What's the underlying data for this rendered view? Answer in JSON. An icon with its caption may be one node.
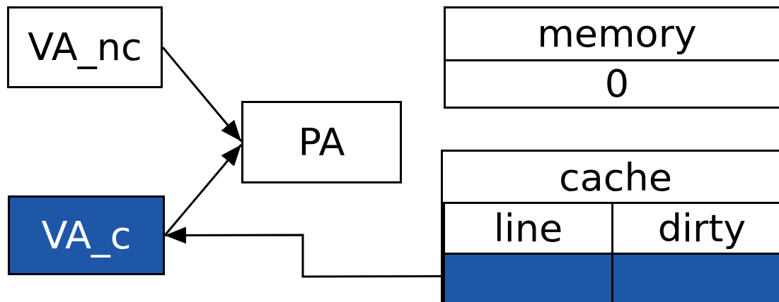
{
  "diagram": {
    "nodes": [
      {
        "text": [
          "VA_nc"
        ]
      },
      {
        "text": [
          "PA"
        ]
      },
      {
        "text": [
          "VA_c"
        ]
      },
      {
        "text": [
          "memory",
          "0"
        ]
      },
      {
        "text": [
          "cache"
        ]
      },
      {
        "text": [
          "line"
        ],
        "in": 4
      },
      {
        "text": [
          "dirty"
        ],
        "in": 4
      },
      {
        "text": [],
        "shape": "box",
        "in": 4
      },
      {
        "text": [],
        "shape": "box",
        "in": 4
      }
    ],
    "edges": [
      {
        "from": 0,
        "to": 1,
        "arrow": "to"
      },
      {
        "from": 2,
        "to": 1,
        "arrow": "to"
      },
      {
        "from": 7,
        "to": 2,
        "arrow": "to"
      }
    ]
  }
}
